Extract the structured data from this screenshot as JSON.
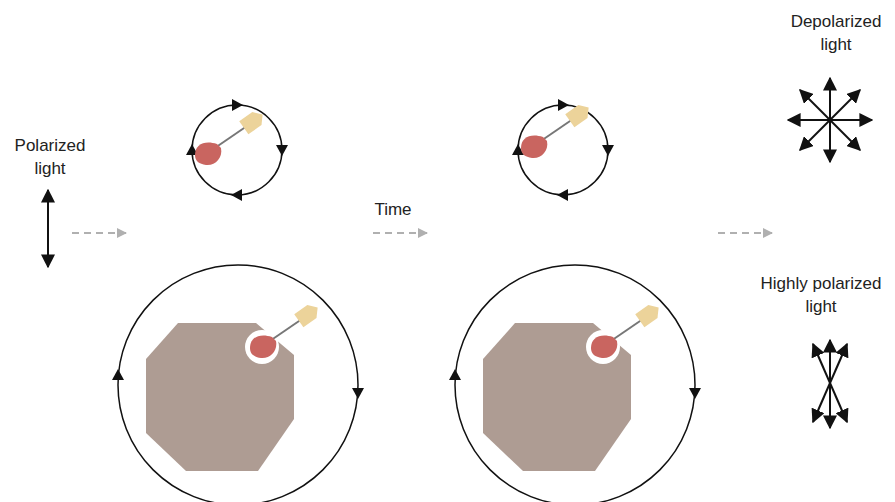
{
  "diagram": {
    "labels": [
      "Polarized light",
      "Time",
      "Depolarized light",
      "Highly polarized light"
    ]
  }
}
